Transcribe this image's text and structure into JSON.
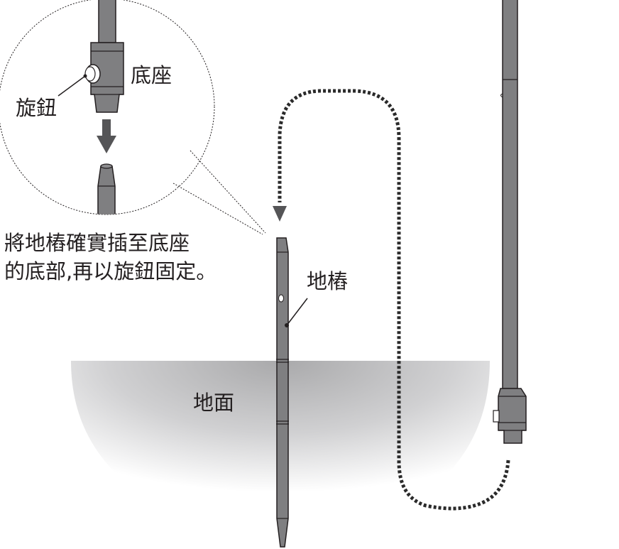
{
  "labels": {
    "base": "底座",
    "knob": "旋鈕",
    "stake": "地樁",
    "ground": "地面"
  },
  "instruction": {
    "line1": "將地樁確實插至底座",
    "line2": "的底部,再以旋鈕固定。"
  },
  "colors": {
    "pole_fill": "#7f7f81",
    "outline": "#231f20",
    "ground_shadow": "#9a9a9c",
    "dotted_line": "#2a2a2a"
  }
}
